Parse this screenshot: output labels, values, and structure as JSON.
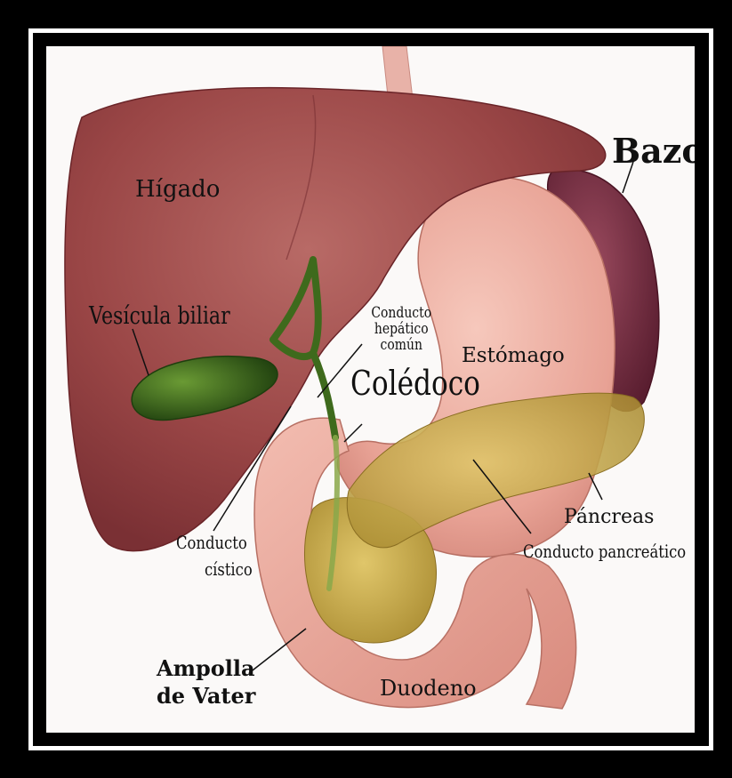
{
  "colors": {
    "background": "#fbf9f8",
    "liver": "#9e4a4a",
    "gallbladder": "#3e6a1c",
    "stomach": "#e8a69a",
    "spleen": "#6e2a3c",
    "pancreas": "#c9a84a",
    "duodenum": "#e7a698",
    "label_text": "#111111"
  },
  "labels": {
    "liver": "Hígado",
    "spleen": "Bazo",
    "gallbladder": "Vesícula biliar",
    "common_hepatic_duct": "Conducto hepático común",
    "stomach": "Estómago",
    "common_bile_duct": "Colédoco",
    "pancreas": "Páncreas",
    "pancreatic_duct": "Conducto pancreático",
    "cystic_duct_line1": "Conducto",
    "cystic_duct_line2": "cístico",
    "ampulla_line1": "Ampolla",
    "ampulla_line2": "de Vater",
    "duodenum": "Duodeno"
  }
}
